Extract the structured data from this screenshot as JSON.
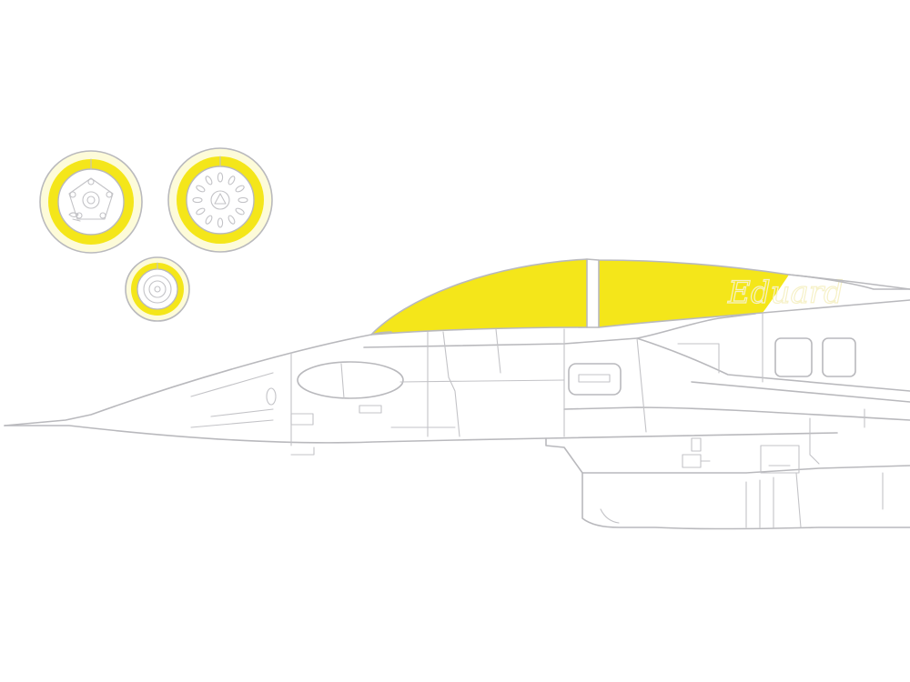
{
  "colors": {
    "mask": "#f4e61a",
    "outline": "#b9b9bd",
    "tyre": "#fdfbd9",
    "background": "#ffffff"
  },
  "watermark": "Eduard",
  "parts": {
    "wheel_mask_left": "wheel-mask",
    "wheel_mask_right": "wheel-mask",
    "wheel_mask_small": "wheel-mask",
    "canopy_front_mask": "canopy-mask",
    "canopy_rear_mask": "canopy-mask"
  }
}
